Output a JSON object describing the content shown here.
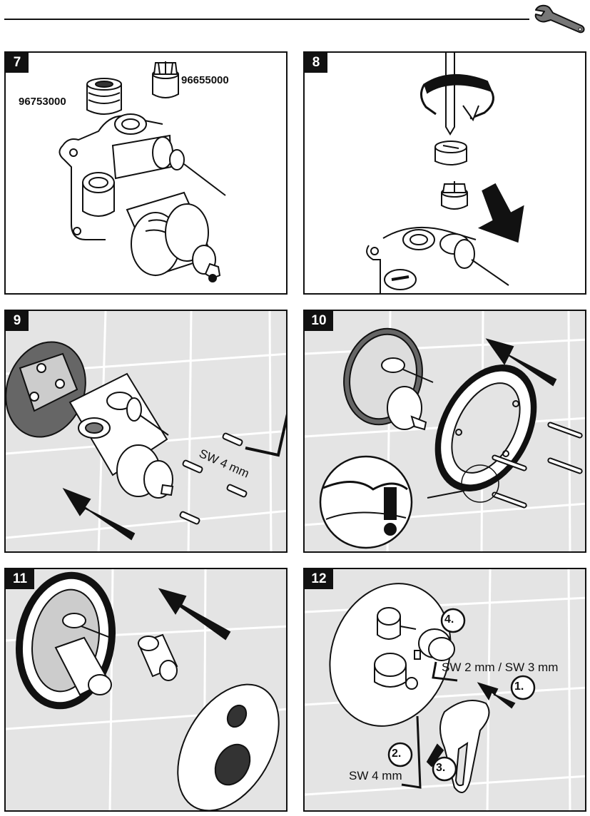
{
  "header": {
    "tool_icon": "wrench-icon"
  },
  "steps": [
    {
      "number": "7",
      "part_a": "96753000",
      "part_b": "96655000"
    },
    {
      "number": "8"
    },
    {
      "number": "9",
      "wrench_size": "SW 4 mm"
    },
    {
      "number": "10",
      "warning": "!"
    },
    {
      "number": "11"
    },
    {
      "number": "12",
      "callouts": [
        "1.",
        "2.",
        "3.",
        "4."
      ],
      "wrench_size_a": "SW 2 mm / SW 3 mm",
      "wrench_size_b": "SW 4 mm"
    }
  ],
  "colors": {
    "ink": "#111111",
    "tile": "#e4e4e4",
    "grout": "#ffffff"
  }
}
